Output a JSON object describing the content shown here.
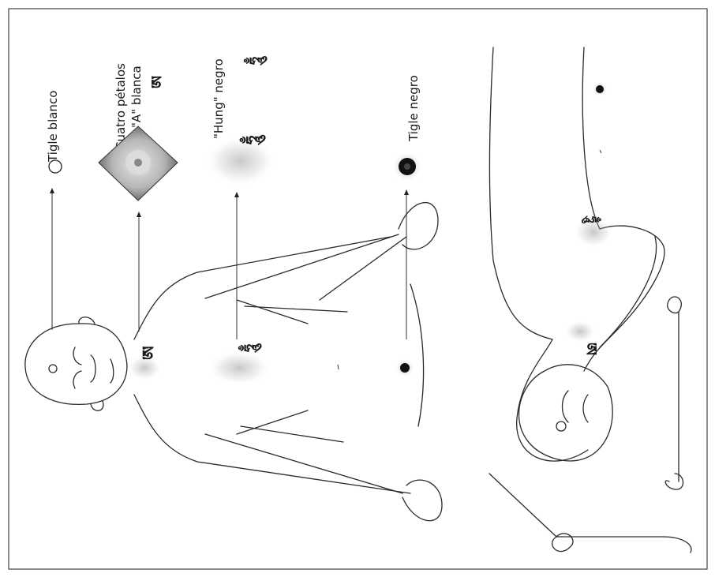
{
  "labels": {
    "tigle_blanco": "Tigle blanco",
    "cuatro_petalos": "Cuatro pétalos",
    "a_blanca": "\"A\" blanca",
    "hung_negro": "\"Hung\" negro",
    "tigle_negro": "Tigle negro"
  },
  "glyphs": {
    "a_syllable": "ཨ",
    "hung_syllable": "ཧཱུྃ"
  }
}
